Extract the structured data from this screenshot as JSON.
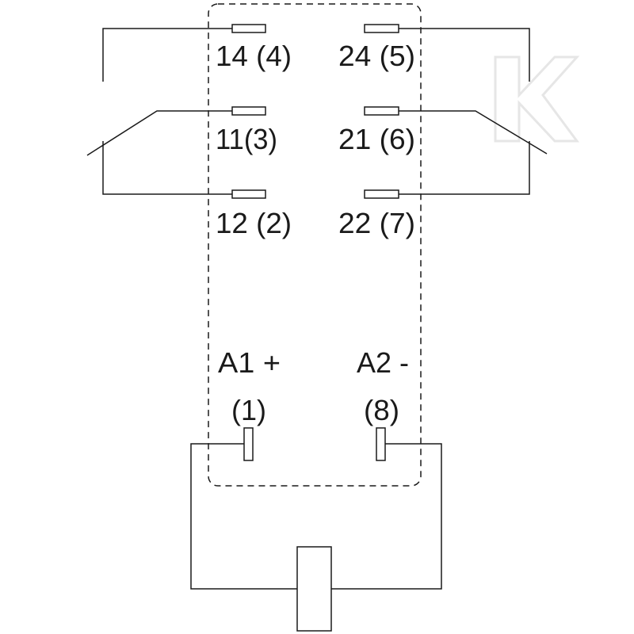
{
  "terminals": {
    "t14": "14 (4)",
    "t24": "24 (5)",
    "t11": "11(3)",
    "t21": "21 (6)",
    "t12": "12 (2)",
    "t22": "22 (7)",
    "a1": "A1 +",
    "a1_pin": "(1)",
    "a2": "A2 -",
    "a2_pin": "(8)"
  },
  "colors": {
    "line": "#1a1a1a",
    "background": "#ffffff",
    "watermark": "#e6e6e6"
  }
}
